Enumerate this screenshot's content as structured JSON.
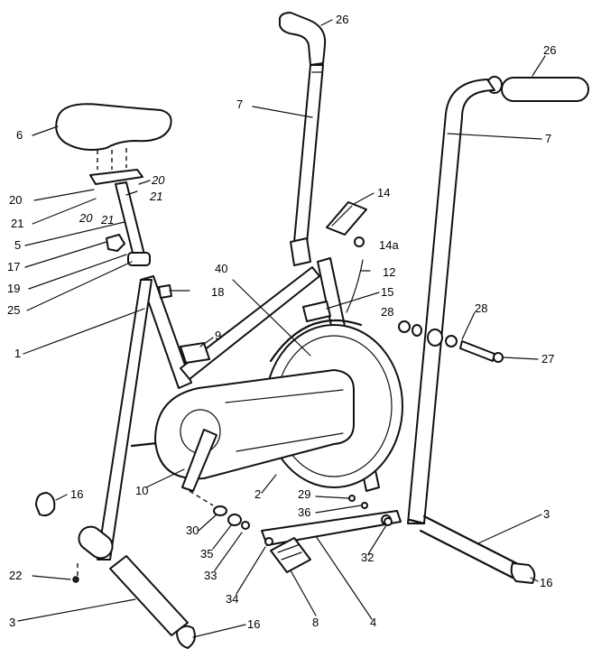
{
  "callouts": [
    {
      "id": "c26a",
      "text": "26"
    },
    {
      "id": "c26b",
      "text": "26"
    },
    {
      "id": "c7a",
      "text": "7"
    },
    {
      "id": "c7b",
      "text": "7"
    },
    {
      "id": "c6",
      "text": "6"
    },
    {
      "id": "c20a",
      "text": "20"
    },
    {
      "id": "c20b",
      "text": "20"
    },
    {
      "id": "c20c",
      "text": "20"
    },
    {
      "id": "c21a",
      "text": "21"
    },
    {
      "id": "c21b",
      "text": "21"
    },
    {
      "id": "c21c",
      "text": "21"
    },
    {
      "id": "c14",
      "text": "14"
    },
    {
      "id": "c14a",
      "text": "14a"
    },
    {
      "id": "c5",
      "text": "5"
    },
    {
      "id": "c17",
      "text": "17"
    },
    {
      "id": "c12",
      "text": "12"
    },
    {
      "id": "c40",
      "text": "40"
    },
    {
      "id": "c15",
      "text": "15"
    },
    {
      "id": "c19",
      "text": "19"
    },
    {
      "id": "c18",
      "text": "18"
    },
    {
      "id": "c28a",
      "text": "28"
    },
    {
      "id": "c28b",
      "text": "28"
    },
    {
      "id": "c25",
      "text": "25"
    },
    {
      "id": "c1",
      "text": "1"
    },
    {
      "id": "c9",
      "text": "9"
    },
    {
      "id": "c27",
      "text": "27"
    },
    {
      "id": "c16a",
      "text": "16"
    },
    {
      "id": "c10",
      "text": "10"
    },
    {
      "id": "c2",
      "text": "2"
    },
    {
      "id": "c29",
      "text": "29"
    },
    {
      "id": "c36",
      "text": "36"
    },
    {
      "id": "c3a",
      "text": "3"
    },
    {
      "id": "c30",
      "text": "30"
    },
    {
      "id": "c35",
      "text": "35"
    },
    {
      "id": "c32",
      "text": "32"
    },
    {
      "id": "c22",
      "text": "22"
    },
    {
      "id": "c33",
      "text": "33"
    },
    {
      "id": "c16b",
      "text": "16"
    },
    {
      "id": "c34",
      "text": "34"
    },
    {
      "id": "c4",
      "text": "4"
    },
    {
      "id": "c8",
      "text": "8"
    },
    {
      "id": "c3b",
      "text": "3"
    },
    {
      "id": "c16c",
      "text": "16"
    }
  ]
}
